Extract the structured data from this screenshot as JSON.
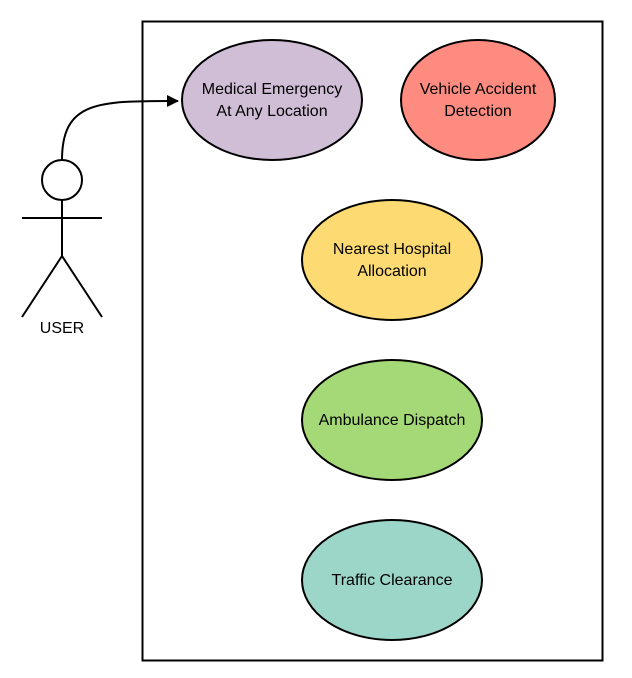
{
  "actor": {
    "label": "USER"
  },
  "use_cases": [
    {
      "id": "medical-emergency",
      "lines": [
        "Medical Emergency",
        "At Any Location"
      ],
      "color": "#d0bed6"
    },
    {
      "id": "vehicle-accident",
      "lines": [
        "Vehicle Accident",
        "Detection"
      ],
      "color": "#fd8b7f"
    },
    {
      "id": "nearest-hospital",
      "lines": [
        "Nearest Hospital",
        "Allocation"
      ],
      "color": "#fedb72"
    },
    {
      "id": "ambulance-dispatch",
      "lines": [
        "Ambulance Dispatch"
      ],
      "color": "#a5d977"
    },
    {
      "id": "traffic-clearance",
      "lines": [
        "Traffic Clearance"
      ],
      "color": "#9bd6c9"
    }
  ],
  "associations": [
    {
      "from": "actor",
      "to": "medical-emergency"
    }
  ]
}
